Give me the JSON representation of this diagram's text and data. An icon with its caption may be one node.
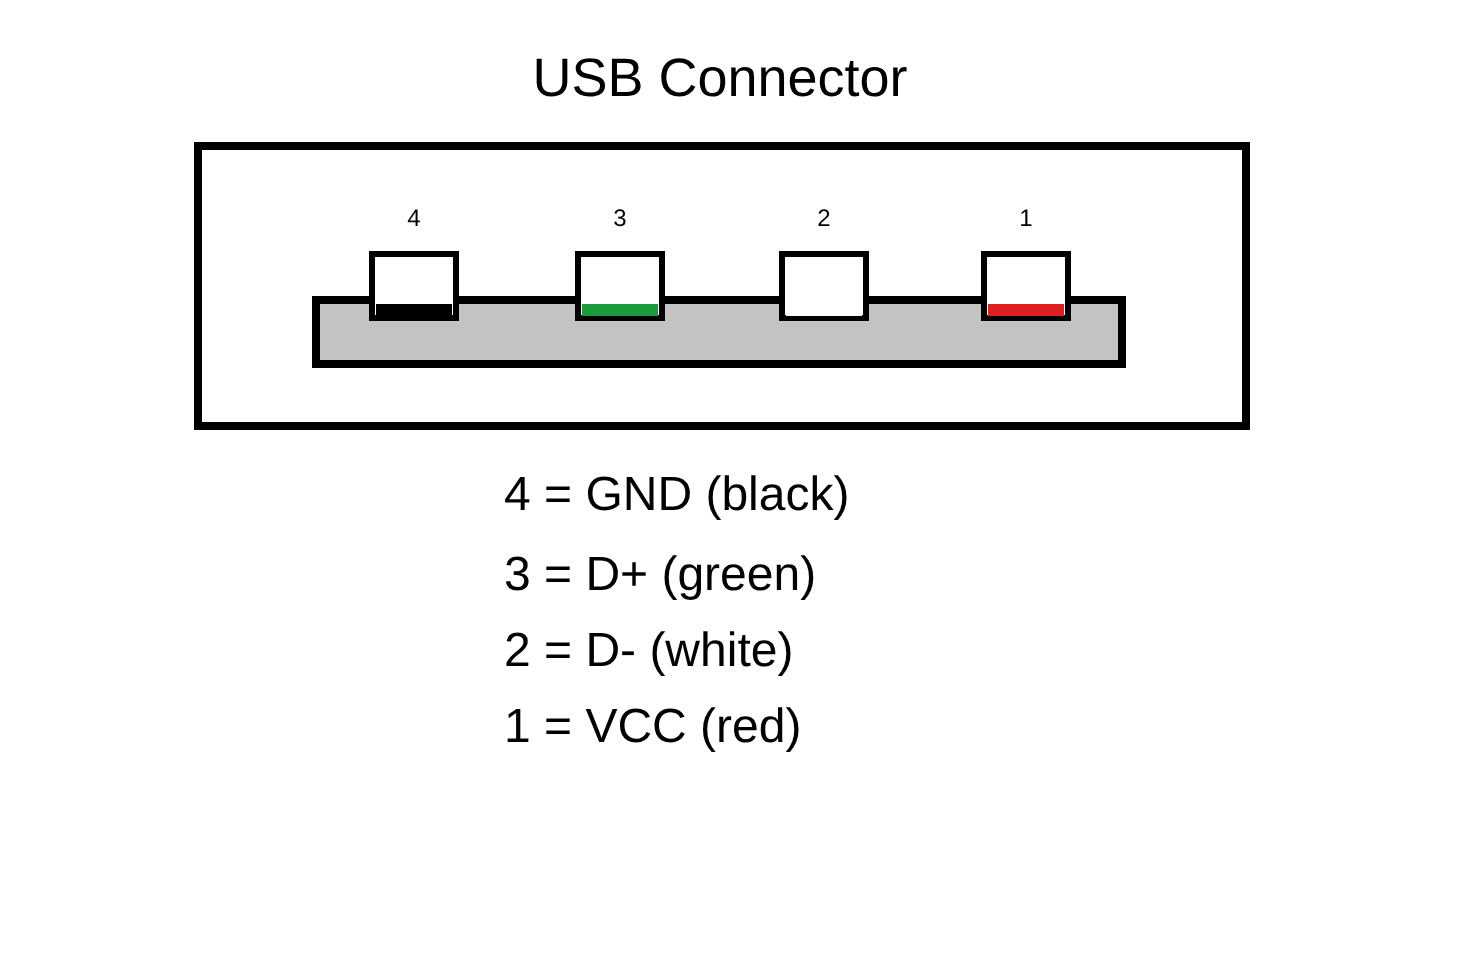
{
  "diagram": {
    "title": "USB Connector",
    "labels": [
      "4",
      "3",
      "2",
      "1",
      "4 = GND (black)",
      "3 = D+ (green)",
      "2 = D- (white)",
      "1 = VCC (red)"
    ]
  }
}
